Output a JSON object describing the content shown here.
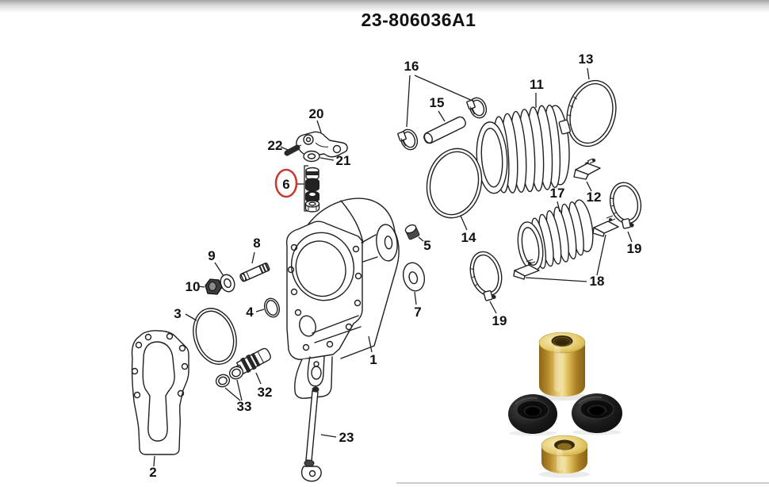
{
  "page": {
    "title": "23-806036A1",
    "background": "#ffffff",
    "top_fade_color": "#a3a3a3",
    "bottom_rule_color": "#cccccc"
  },
  "diagram": {
    "type": "exploded-parts-diagram",
    "line_color": "#1f1f1f",
    "label_color": "#111111",
    "highlight_color": "#c63c33",
    "highlighted_part": "6",
    "callouts": {
      "c1": "1",
      "c2": "2",
      "c3": "3",
      "c4": "4",
      "c5": "5",
      "c6": "6",
      "c7": "7",
      "c8": "8",
      "c9": "9",
      "c10": "10",
      "c11": "11",
      "c12": "12",
      "c13": "13",
      "c14": "14",
      "c15": "15",
      "c16": "16",
      "c17": "17",
      "c18": "18",
      "c19a": "19",
      "c19b": "19",
      "c20": "20",
      "c21": "21",
      "c22": "22",
      "c23": "23",
      "c32": "32",
      "c33": "33"
    }
  },
  "photo": {
    "brass_color": "#c9a236",
    "seal_color": "#141414",
    "items": [
      "large-brass-bushing",
      "rubber-seal",
      "rubber-seal",
      "small-brass-bushing"
    ]
  }
}
